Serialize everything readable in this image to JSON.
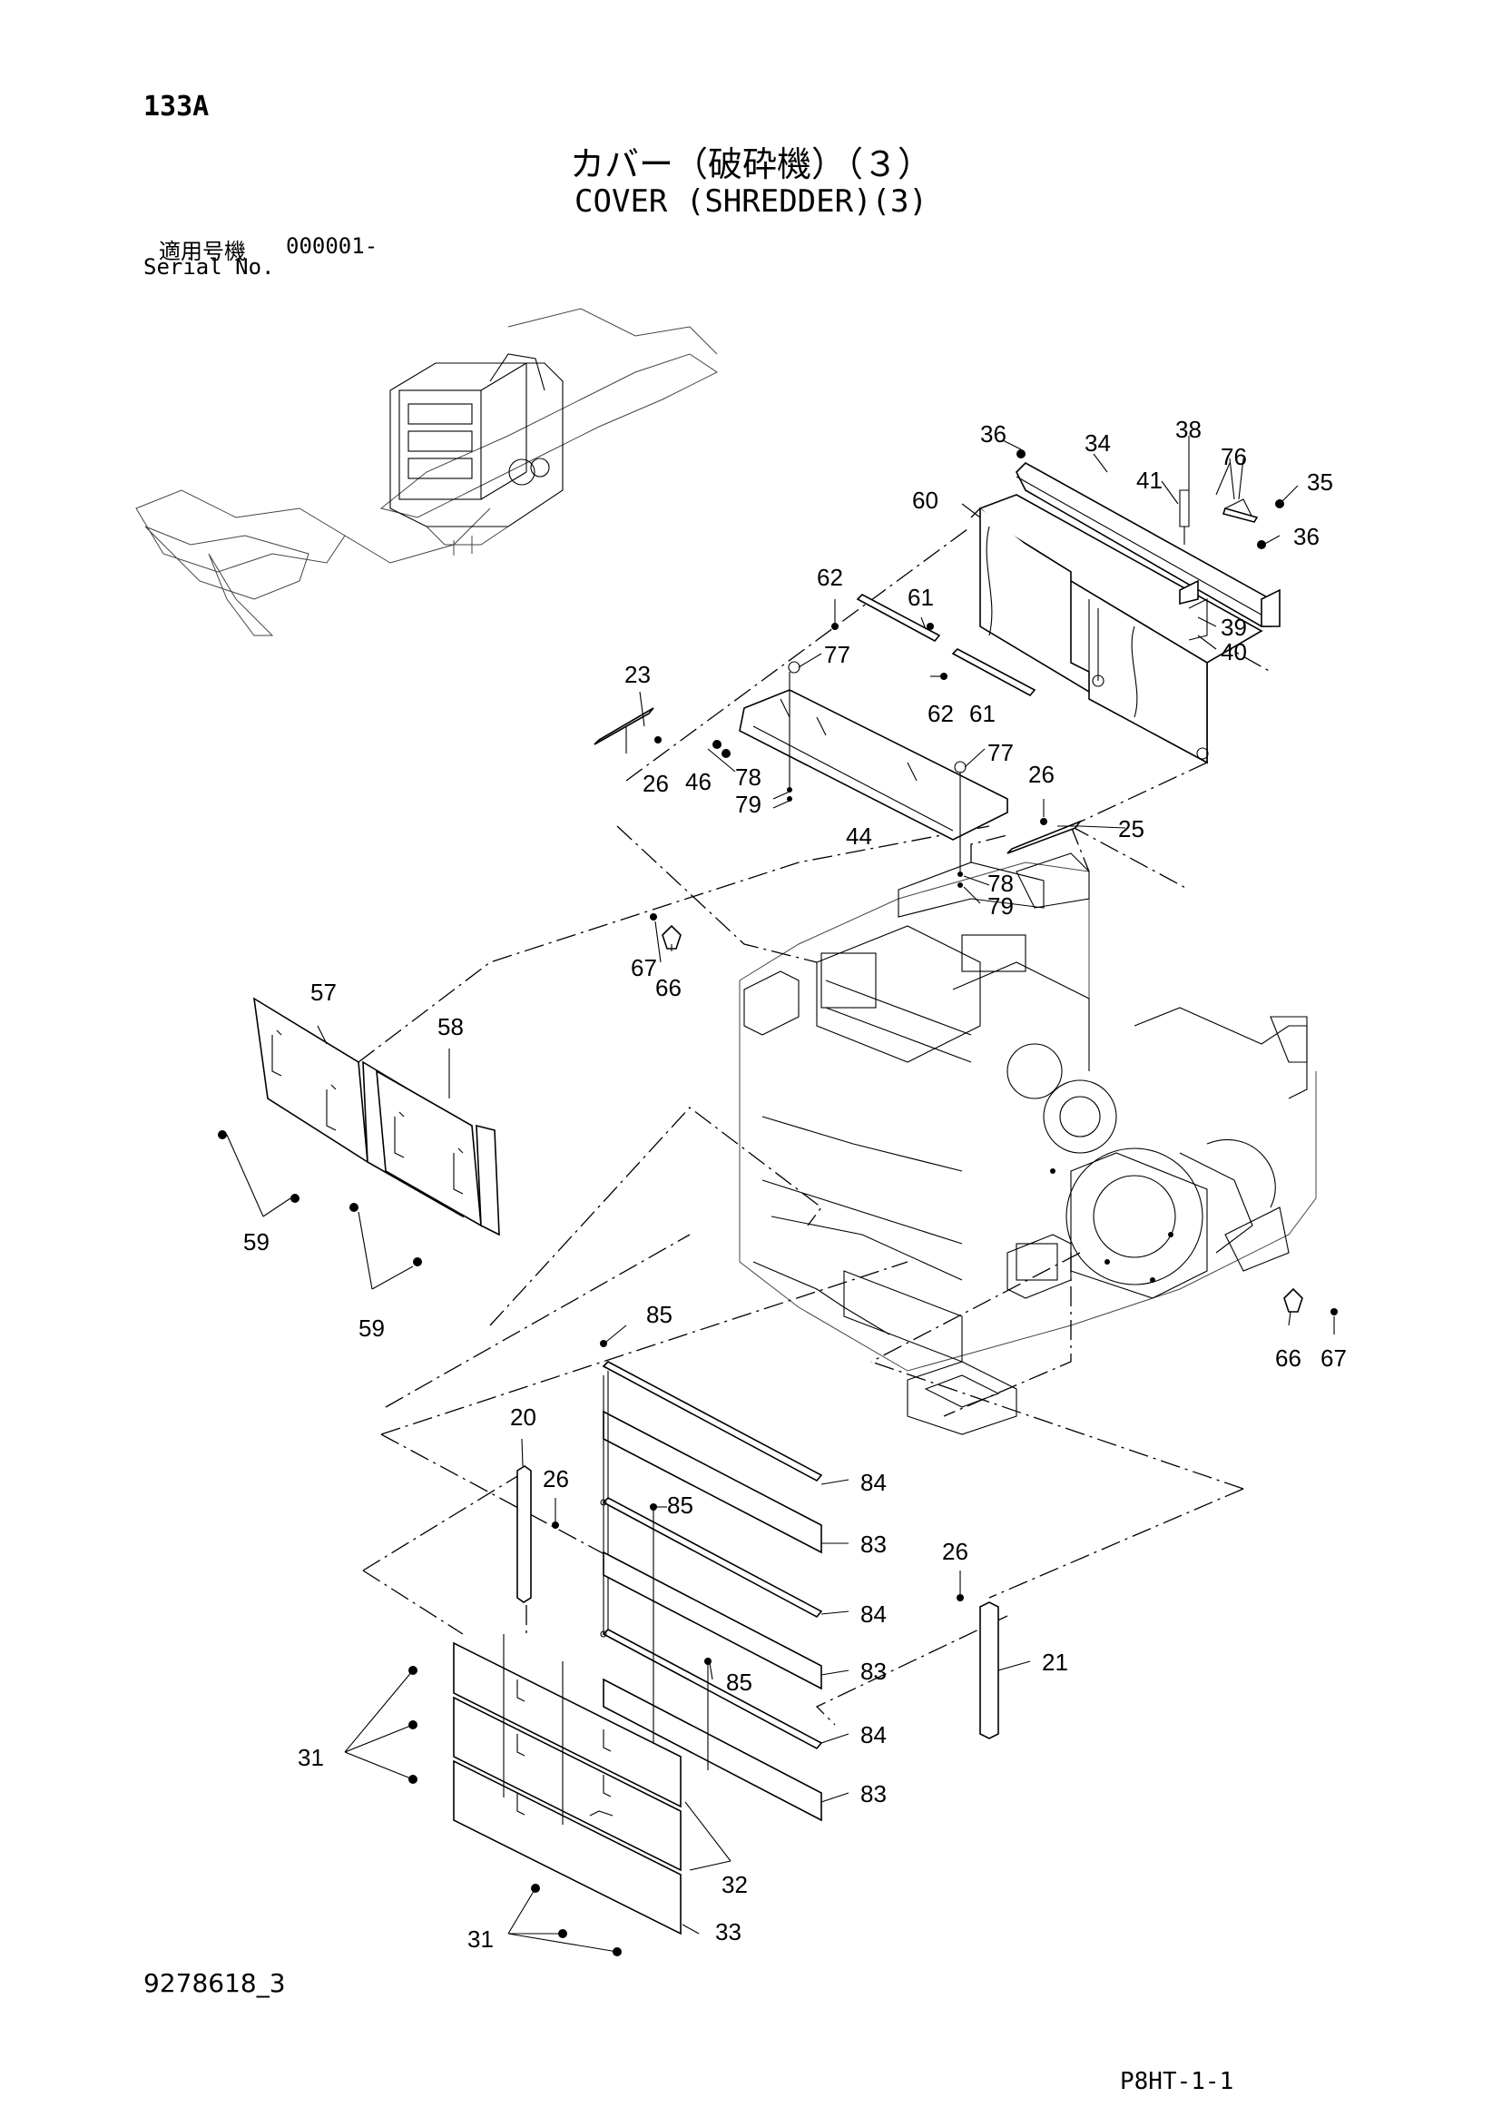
{
  "header": {
    "page_number": "133A",
    "title_jp": "カバー（破砕機）（３）",
    "title_en": "COVER (SHREDDER)(3)",
    "serial_label_jp": "適用号機",
    "serial_range": "000001-",
    "serial_label_en": "Serial No."
  },
  "footer": {
    "drawing_number": "9278618_3",
    "sheet_code": "P8HT-1-1"
  },
  "callouts": [
    "36",
    "34",
    "38",
    "76",
    "35",
    "41",
    "60",
    "36",
    "39",
    "40",
    "62",
    "61",
    "77",
    "23",
    "62",
    "61",
    "46",
    "78",
    "77",
    "79",
    "26",
    "26",
    "25",
    "44",
    "78",
    "79",
    "67",
    "66",
    "57",
    "58",
    "59",
    "59",
    "85",
    "66",
    "67",
    "20",
    "26",
    "84",
    "85",
    "83",
    "26",
    "84",
    "21",
    "83",
    "85",
    "84",
    "31",
    "83",
    "32",
    "31",
    "33"
  ]
}
